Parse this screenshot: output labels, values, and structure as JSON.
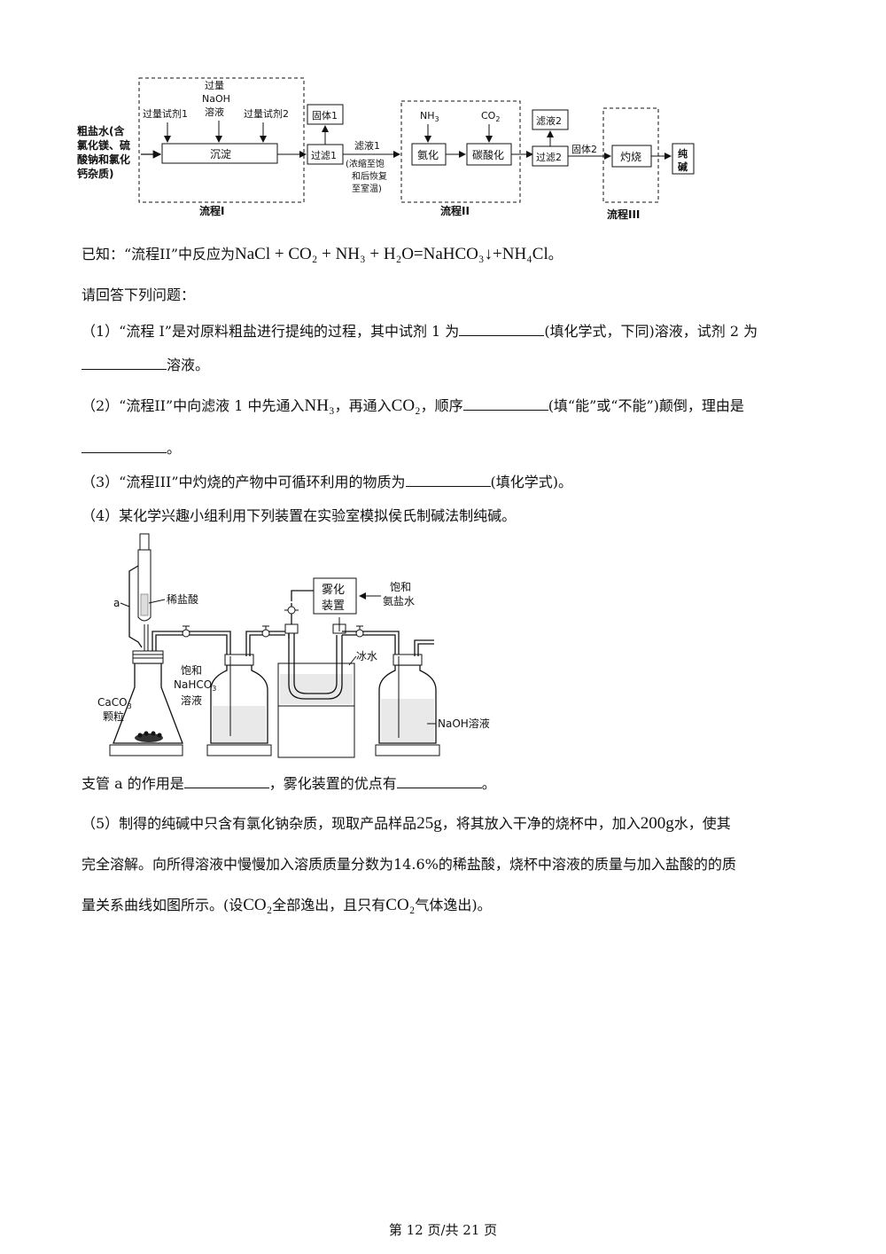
{
  "flow": {
    "raw_lines": [
      "粗盐水(含",
      "氯化镁、硫",
      "酸钠和氯化",
      "钙杂质)"
    ],
    "reagent1": "过量试剂1",
    "naoh_lines": [
      "过量",
      "NaOH",
      "溶液"
    ],
    "reagent2": "过量试剂2",
    "precip": "沉淀",
    "group1": "流程I",
    "solid1": "固体1",
    "filter1": "过滤1",
    "filtrate1": "滤液1",
    "filtrate1_note": [
      "(浓缩至饱",
      "和后恢复",
      "至室温)"
    ],
    "nh3": "NH",
    "nh3_sub": "3",
    "co2": "CO",
    "co2_sub": "2",
    "ammoniate": "氨化",
    "carbonate": "碳酸化",
    "group2": "流程II",
    "filtrate2": "滤液2",
    "filter2": "过滤2",
    "solid2": "固体2",
    "calcine": "灼烧",
    "group3": "流程III",
    "product_lines": [
      "纯",
      "碱"
    ]
  },
  "known": {
    "prefix": "已知：“流程II”中反应为",
    "equation": "NaCl + CO₂ + NH₃ + H₂O=NaHCO₃↓+NH₄Cl",
    "suffix": "。"
  },
  "intro": "请回答下列问题：",
  "q1": {
    "a": "（1）“流程 I”是对原料粗盐进行提纯的过程，其中试剂 1 为",
    "b": "(填化学式，下同)溶液，试剂 2 为",
    "c": "溶液。"
  },
  "q2": {
    "a": "（2）“流程II”中向滤液 1 中先通入",
    "nh3": "NH₃",
    "b": "，再通入",
    "co2": "CO₂",
    "c": "，顺序",
    "d": "(填“能”或“不能”)颠倒，理由是",
    "e": "。"
  },
  "q3": {
    "a": "（3）“流程III”中灼烧的产物中可循环利用的物质为",
    "b": "(填化学式)。"
  },
  "q4": {
    "a": "（4）某化学兴趣小组利用下列装置在实验室模拟侯氏制碱法制纯碱。",
    "b": "支管 a 的作用是",
    "c": "，雾化装置的优点有",
    "d": "。"
  },
  "apparatus": {
    "label_a": "a",
    "acid": "稀盐酸",
    "caco3": "CaCO",
    "caco3_sub": "3",
    "granule": "颗粒",
    "sat": "饱和",
    "nahco3": "NaHCO",
    "nahco3_sub": "3",
    "solution": "溶液",
    "atom1": "雾化",
    "atom2": "装置",
    "brine1": "饱和",
    "brine2": "氨盐水",
    "ice": "冰水",
    "naoh": "NaOH溶液"
  },
  "q5": {
    "line1a": "（5）制得的纯碱中只含有氯化钠杂质，现取产品样品",
    "m1": "25g",
    "line1b": "，将其放入干净的烧杯中，加入",
    "m2": "200g",
    "line1c": "水，使其",
    "line2": "完全溶解。向所得溶液中慢慢加入溶质质量分数为14.6%的稀盐酸，烧杯中溶液的质量与加入盐酸的的质",
    "line3a": "量关系曲线如图所示。(设",
    "co2a": "CO₂",
    "line3b": "全部逸出，且只有",
    "co2b": "CO₂",
    "line3c": "气体逸出)。"
  },
  "footer": "第 12 页/共 21 页"
}
